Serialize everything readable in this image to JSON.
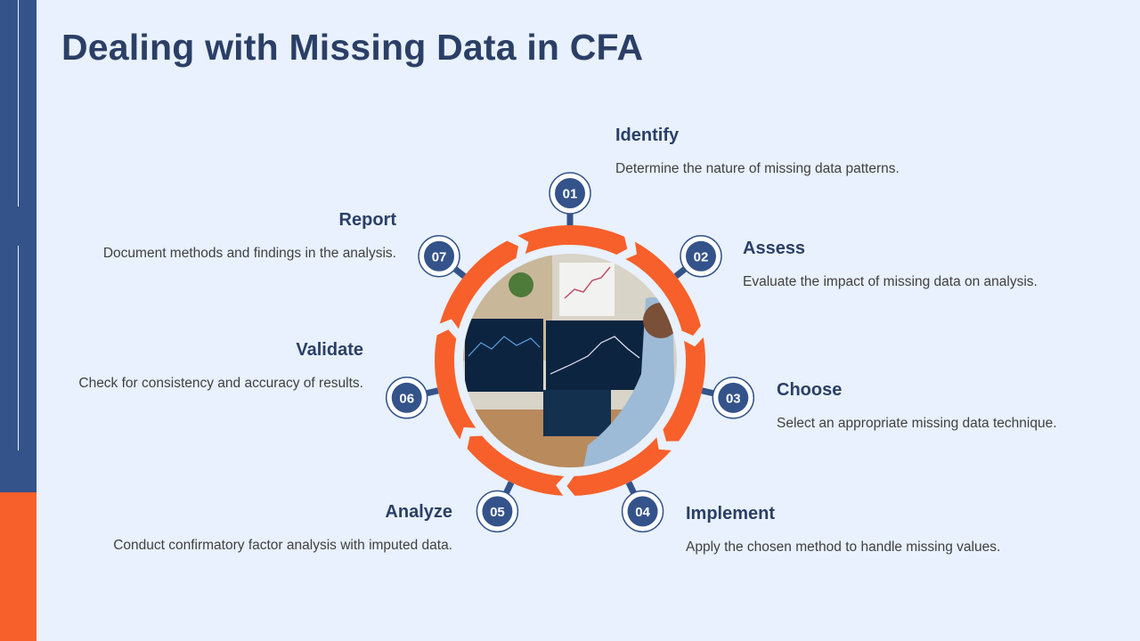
{
  "title": "Dealing with Missing Data in CFA",
  "colors": {
    "navy": "#34538a",
    "orange": "#f7602b",
    "text": "#2b3f66",
    "background": "#e8f1fd"
  },
  "steps": [
    {
      "number": "01",
      "title": "Identify",
      "description": "Determine the nature of missing data patterns."
    },
    {
      "number": "02",
      "title": "Assess",
      "description": "Evaluate the impact of missing data on analysis."
    },
    {
      "number": "03",
      "title": "Choose",
      "description": "Select an appropriate missing data technique."
    },
    {
      "number": "04",
      "title": "Implement",
      "description": "Apply the chosen method to handle missing values."
    },
    {
      "number": "05",
      "title": "Analyze",
      "description": "Conduct confirmatory factor analysis with imputed data."
    },
    {
      "number": "06",
      "title": "Validate",
      "description": "Check for consistency and accuracy of results."
    },
    {
      "number": "07",
      "title": "Report",
      "description": "Document methods and findings in the analysis."
    }
  ]
}
